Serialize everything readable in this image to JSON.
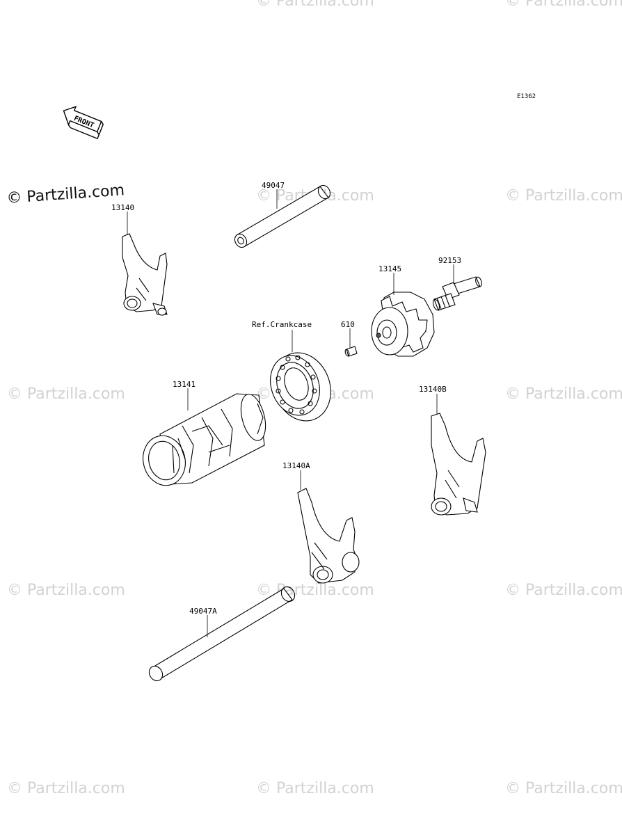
{
  "diagram": {
    "code": "E1362",
    "front_label": "FRONT",
    "main_watermark": "© Partzilla.com",
    "watermark": "© Partzilla.com",
    "labels": {
      "p13140": "13140",
      "p49047": "49047",
      "p13145": "13145",
      "p92153": "92153",
      "ref_crankcase": "Ref.Crankcase",
      "p610": "610",
      "p13141": "13141",
      "p13140b": "13140B",
      "p13140a": "13140A",
      "p49047a": "49047A"
    }
  }
}
